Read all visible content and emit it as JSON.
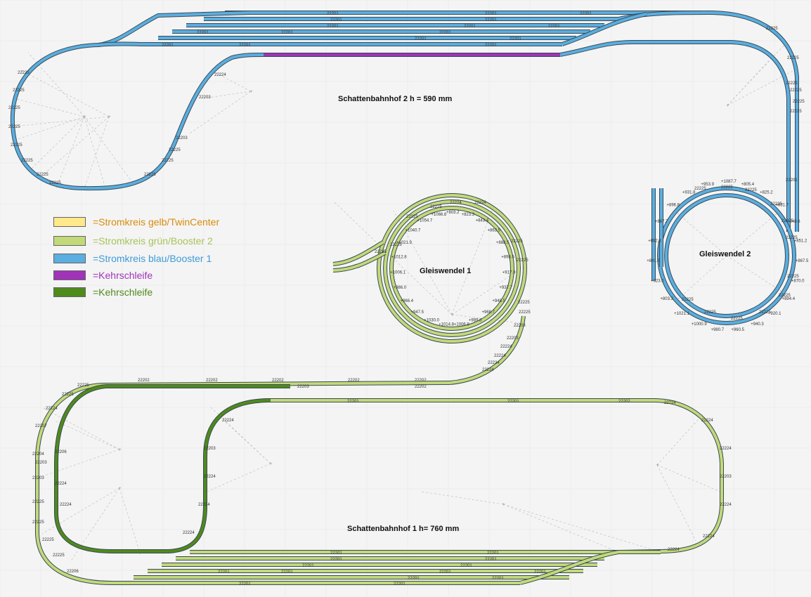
{
  "titles": {
    "shadow2": "Schattenbahnhof 2       h = 590 mm",
    "shadow1": "Schattenbahnhof 1    h= 760 mm",
    "helix1": "Gleiswendel 1",
    "helix2": "Gleiswendel 2"
  },
  "legend": [
    {
      "label": "=Stromkreis gelb/TwinCenter",
      "color": "#ffe98a",
      "text_color": "#d98c0a"
    },
    {
      "label": "=Stromkreis grün/Booster 2",
      "color": "#c2d97a",
      "text_color": "#a8c35a"
    },
    {
      "label": "=Stromkreis blau/Booster 1",
      "color": "#5aaee0",
      "text_color": "#3d9bd6"
    },
    {
      "label": "=Kehrschleife",
      "color": "#a033b8",
      "text_color": "#a033b8"
    },
    {
      "label": "=Kehrschleife",
      "color": "#4f8a1c",
      "text_color": "#4f8a1c"
    }
  ],
  "colors": {
    "blue": "#5aaee0",
    "green": "#c2d97a",
    "dark_green": "#4f8a1c",
    "purple": "#a033b8",
    "outline": "#3a4a55"
  },
  "track_labels": {
    "shadow2_yard": [
      "22201",
      "22201",
      "22201",
      "22201",
      "22201",
      "22201",
      "22201",
      "22201",
      "22201",
      "22201",
      "22201",
      "22201",
      "22201",
      "22201",
      "22201",
      "22201"
    ],
    "shadow2_left_curve": [
      "22225",
      "22225",
      "22225",
      "22225",
      "22225",
      "22225",
      "22225",
      "22225"
    ],
    "shadow2_s_curve": [
      "22224",
      "22203",
      "22203",
      "22225",
      "22225",
      "22225"
    ],
    "shadow2_right": [
      "22225",
      "22225",
      "22225",
      "22225",
      "22225",
      "22225",
      "22201"
    ],
    "helix1": [
      "22225",
      "22225",
      "22225",
      "22225",
      "22225",
      "22225",
      "22203",
      "22203",
      "22224",
      "22224",
      "22224",
      "22224",
      "22225",
      "22225",
      "22224",
      "22224"
    ],
    "helix2": [
      "22225",
      "22225",
      "22225",
      "22225",
      "22225",
      "22225",
      "22225",
      "22225",
      "22225",
      "22225",
      "22225",
      "22225"
    ],
    "shadow1_top": [
      "22202",
      "22202",
      "22202",
      "22203",
      "22202",
      "22202",
      "22202",
      "22201",
      "22201",
      "22202"
    ],
    "shadow1_left": [
      "22225",
      "22225",
      "22224",
      "22207",
      "22204",
      "22203",
      "22203",
      "22225",
      "22225",
      "22225",
      "22225",
      "22206",
      "22206",
      "22224",
      "22224"
    ],
    "shadow1_inner": [
      "22224",
      "22203",
      "22224",
      "22224",
      "22224"
    ],
    "shadow1_right": [
      "22224",
      "22224",
      "22224",
      "22203",
      "22224",
      "22224",
      "22224"
    ],
    "shadow1_yard": [
      "22201",
      "22201",
      "22201",
      "22201",
      "22201",
      "22201",
      "22201",
      "22201",
      "22201",
      "22201",
      "22201",
      "22201",
      "22201",
      "22201"
    ],
    "helix_heights": [
      "+803.2",
      "+823.3",
      "+843.4",
      "+863.5",
      "+888.5",
      "+898.5",
      "+917.3",
      "+937.7",
      "+948.5",
      "+968.7",
      "+989.8",
      "+1006.9",
      "+1014.8",
      "+1030.0",
      "+947.5",
      "+966.4",
      "+986.0",
      "+1006.1",
      "+1012.8",
      "+1021.9",
      "+1040.7",
      "+1054.7",
      "+1066.8",
      "+1087.7",
      "+805.4",
      "+825.2",
      "+831.7",
      "+848.6",
      "+851.2",
      "+867.5",
      "+870.0",
      "+894.4",
      "+920.1",
      "+940.3",
      "+960.5",
      "+980.7",
      "+1000.9",
      "+1021.1",
      "+803.3",
      "+823.0",
      "+841.6",
      "+862.3",
      "+887.7",
      "+896.8",
      "+931.8",
      "+953.9"
    ]
  }
}
